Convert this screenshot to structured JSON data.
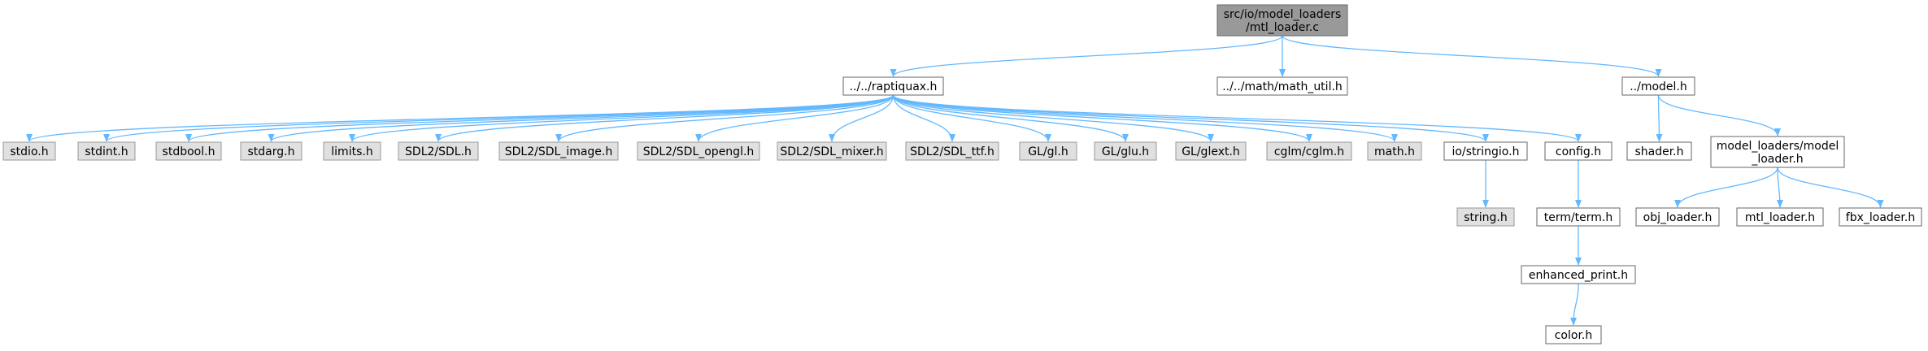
{
  "colors": {
    "edge": "#63b8ff",
    "root_fill": "#999999",
    "root_border": "#666666",
    "system_fill": "#e0e0e0",
    "system_border": "#999999",
    "local_fill": "#ffffff",
    "local_border": "#666666",
    "text": "#000000"
  },
  "nodes": {
    "root": {
      "lines": [
        "src/io/model_loaders",
        "/mtl_loader.c"
      ],
      "kind": "root"
    },
    "raptiquax": {
      "lines": [
        "../../raptiquax.h"
      ],
      "kind": "local"
    },
    "math_util": {
      "lines": [
        "../../math/math_util.h"
      ],
      "kind": "local"
    },
    "model": {
      "lines": [
        "../model.h"
      ],
      "kind": "local"
    },
    "stdio": {
      "lines": [
        "stdio.h"
      ],
      "kind": "system"
    },
    "stdint": {
      "lines": [
        "stdint.h"
      ],
      "kind": "system"
    },
    "stdbool": {
      "lines": [
        "stdbool.h"
      ],
      "kind": "system"
    },
    "stdarg": {
      "lines": [
        "stdarg.h"
      ],
      "kind": "system"
    },
    "limits": {
      "lines": [
        "limits.h"
      ],
      "kind": "system"
    },
    "sdl": {
      "lines": [
        "SDL2/SDL.h"
      ],
      "kind": "system"
    },
    "sdl_image": {
      "lines": [
        "SDL2/SDL_image.h"
      ],
      "kind": "system"
    },
    "sdl_opengl": {
      "lines": [
        "SDL2/SDL_opengl.h"
      ],
      "kind": "system"
    },
    "sdl_mixer": {
      "lines": [
        "SDL2/SDL_mixer.h"
      ],
      "kind": "system"
    },
    "sdl_ttf": {
      "lines": [
        "SDL2/SDL_ttf.h"
      ],
      "kind": "system"
    },
    "gl": {
      "lines": [
        "GL/gl.h"
      ],
      "kind": "system"
    },
    "glu": {
      "lines": [
        "GL/glu.h"
      ],
      "kind": "system"
    },
    "glext": {
      "lines": [
        "GL/glext.h"
      ],
      "kind": "system"
    },
    "cglm": {
      "lines": [
        "cglm/cglm.h"
      ],
      "kind": "system"
    },
    "math": {
      "lines": [
        "math.h"
      ],
      "kind": "system"
    },
    "stringio": {
      "lines": [
        "io/stringio.h"
      ],
      "kind": "local"
    },
    "config": {
      "lines": [
        "config.h"
      ],
      "kind": "local"
    },
    "string": {
      "lines": [
        "string.h"
      ],
      "kind": "system"
    },
    "term": {
      "lines": [
        "term/term.h"
      ],
      "kind": "local"
    },
    "enhanced_print": {
      "lines": [
        "enhanced_print.h"
      ],
      "kind": "local"
    },
    "color": {
      "lines": [
        "color.h"
      ],
      "kind": "local"
    },
    "shader": {
      "lines": [
        "shader.h"
      ],
      "kind": "local"
    },
    "model_loader": {
      "lines": [
        "model_loaders/model",
        "_loader.h"
      ],
      "kind": "local"
    },
    "obj_loader": {
      "lines": [
        "obj_loader.h"
      ],
      "kind": "local"
    },
    "mtl_loader": {
      "lines": [
        "mtl_loader.h"
      ],
      "kind": "local"
    },
    "fbx_loader": {
      "lines": [
        "fbx_loader.h"
      ],
      "kind": "local"
    }
  },
  "edges": [
    [
      "root",
      "raptiquax"
    ],
    [
      "root",
      "math_util"
    ],
    [
      "root",
      "model"
    ],
    [
      "raptiquax",
      "stdio"
    ],
    [
      "raptiquax",
      "stdint"
    ],
    [
      "raptiquax",
      "stdbool"
    ],
    [
      "raptiquax",
      "stdarg"
    ],
    [
      "raptiquax",
      "limits"
    ],
    [
      "raptiquax",
      "sdl"
    ],
    [
      "raptiquax",
      "sdl_image"
    ],
    [
      "raptiquax",
      "sdl_opengl"
    ],
    [
      "raptiquax",
      "sdl_mixer"
    ],
    [
      "raptiquax",
      "sdl_ttf"
    ],
    [
      "raptiquax",
      "gl"
    ],
    [
      "raptiquax",
      "glu"
    ],
    [
      "raptiquax",
      "glext"
    ],
    [
      "raptiquax",
      "cglm"
    ],
    [
      "raptiquax",
      "math"
    ],
    [
      "raptiquax",
      "stringio"
    ],
    [
      "raptiquax",
      "config"
    ],
    [
      "stringio",
      "string"
    ],
    [
      "config",
      "term"
    ],
    [
      "term",
      "enhanced_print"
    ],
    [
      "enhanced_print",
      "color"
    ],
    [
      "model",
      "shader"
    ],
    [
      "model",
      "model_loader"
    ],
    [
      "model_loader",
      "obj_loader"
    ],
    [
      "model_loader",
      "mtl_loader"
    ],
    [
      "model_loader",
      "fbx_loader"
    ]
  ]
}
